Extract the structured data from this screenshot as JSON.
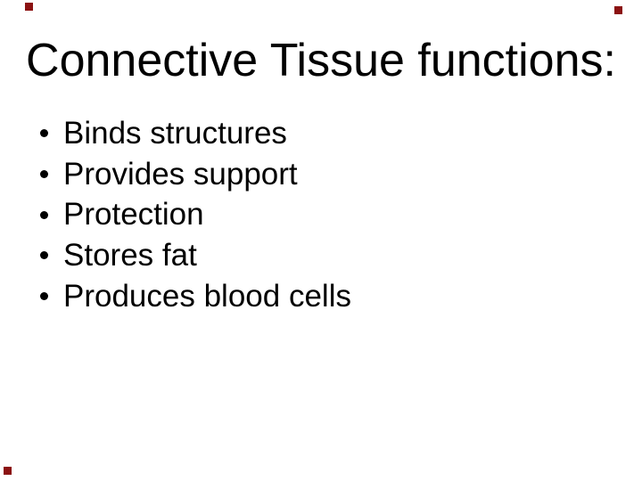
{
  "slide": {
    "title": "Connective Tissue functions:",
    "bullets": [
      "Binds structures",
      "Provides support",
      "Protection",
      "Stores fat",
      "Produces blood cells"
    ],
    "colors": {
      "background": "#FFFFFF",
      "text": "#000000",
      "corner_marker": "#8B1212"
    },
    "corner_markers": [
      "top-left",
      "top-right",
      "bottom-left"
    ]
  }
}
